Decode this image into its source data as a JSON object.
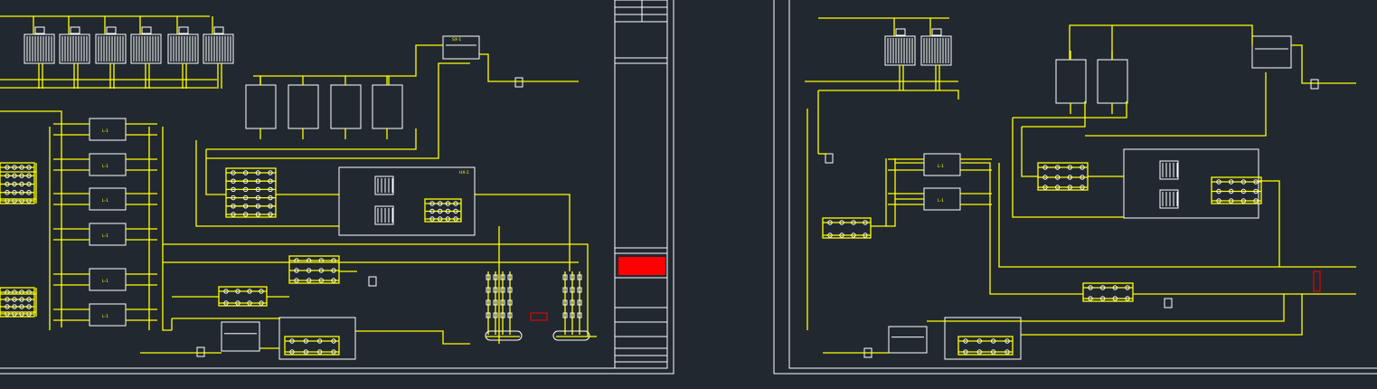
{
  "colors": {
    "background": "#212830",
    "pipe": "#ffff00",
    "frame": "#ffffff",
    "warning": "#ff0000"
  },
  "labels": {
    "chiller": "L-1",
    "tank": "SX-1",
    "exchanger": "HX-1"
  }
}
